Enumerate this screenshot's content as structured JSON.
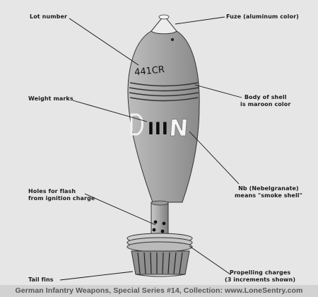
{
  "labels": {
    "lot_number": "Lot number",
    "fuze": "Fuze (aluminum color)",
    "weight_marks": "Weight marks",
    "body_line1": "Body of shell",
    "body_line2": "is maroon color",
    "holes_line1": "Holes for flash",
    "holes_line2": "from ignition charge",
    "nb_line1": "Nb (Nebelgranate)",
    "nb_line2": "means \"smoke shell\"",
    "tail_fins": "Tail fins",
    "propelling_line1": "Propelling charges",
    "propelling_line2": "(3 increments shown)"
  },
  "shell_markings": {
    "lot_code": "441CR",
    "weight_marks": "III",
    "nb_letter": "N"
  },
  "footer": "German Infantry Weapons, Special Series #14, Collection: www.LoneSentry.com",
  "colors": {
    "background": "#e6e6e6",
    "shell_body": "#a9a9a9",
    "fuze": "#e8e8e8",
    "ink": "#1a1a1a"
  }
}
